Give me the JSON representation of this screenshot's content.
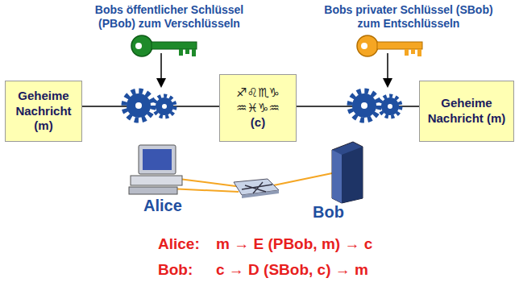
{
  "diagram": {
    "nodes": [
      {
        "text": [
          "Geheime Nachricht (m)"
        ]
      },
      {
        "text": [
          "♐♌♏♑ ♒♓♑♒",
          "(c)"
        ]
      },
      {
        "text": [
          "Geheime Nachricht (m)"
        ]
      }
    ],
    "edges": [
      {
        "from": 0,
        "to": 1,
        "arrow": "none"
      },
      {
        "from": 1,
        "to": 2,
        "arrow": "none"
      }
    ],
    "labels": [
      "Bobs öffentlicher Schlüssel (PBob) zum Verschlüsseln",
      "Bobs privater Schlüssel (SBob) zum Entschlüsseln",
      "Alice",
      "Bob",
      "Alice:",
      "m → E (PBob, m) → c",
      "Bob:",
      "c → D (SBob, c) → m"
    ]
  }
}
